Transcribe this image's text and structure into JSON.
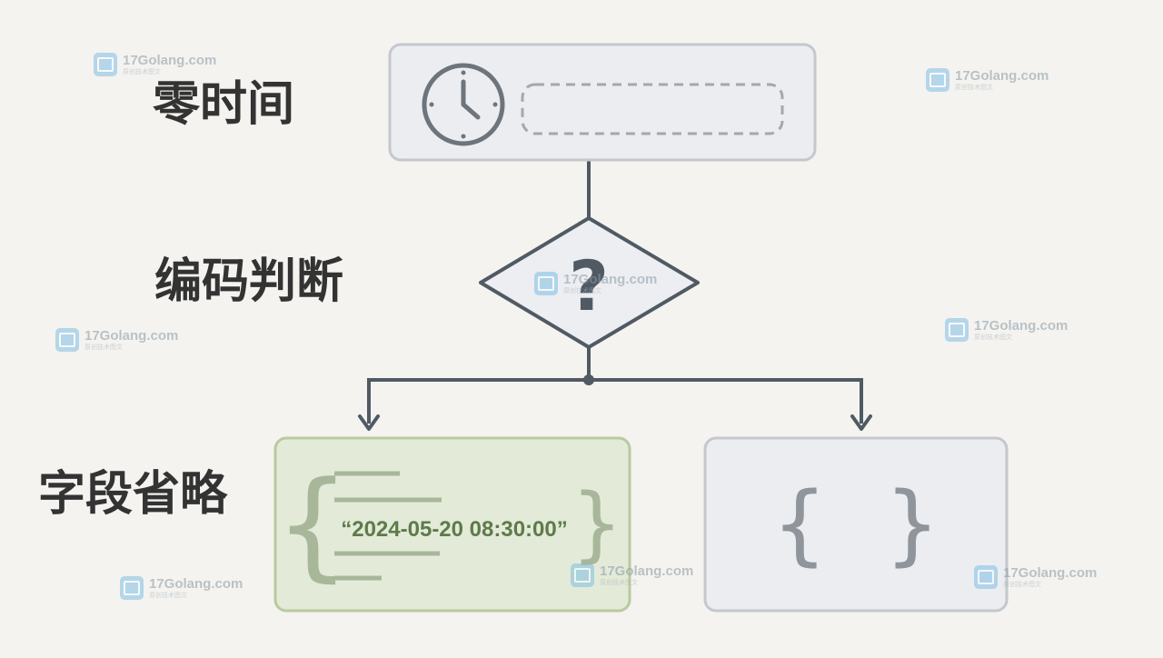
{
  "labels": {
    "zero_time": "零时间",
    "encoding_judgment": "编码判断",
    "field_omission": "字段省略"
  },
  "decision": {
    "symbol": "?"
  },
  "branches": {
    "left": {
      "open_brace": "{",
      "close_brace": "}",
      "value": "“2024-05-20 08:30:00”"
    },
    "right": {
      "open_brace": "{",
      "close_brace": "}"
    }
  },
  "watermark": {
    "text": "17Golang.com",
    "subtext": "原创技术图文"
  },
  "colors": {
    "background": "#f4f3ef",
    "box_fill": "#ebedf0",
    "box_stroke": "#c4c8cd",
    "line": "#505a64",
    "green_fill": "#e3ead8",
    "green_stroke": "#b9ca9f",
    "green_text": "#5e7a4a",
    "gray_text": "#8f959b"
  },
  "icons": {
    "clock": "clock-icon",
    "arrow": "arrow-down-icon"
  }
}
